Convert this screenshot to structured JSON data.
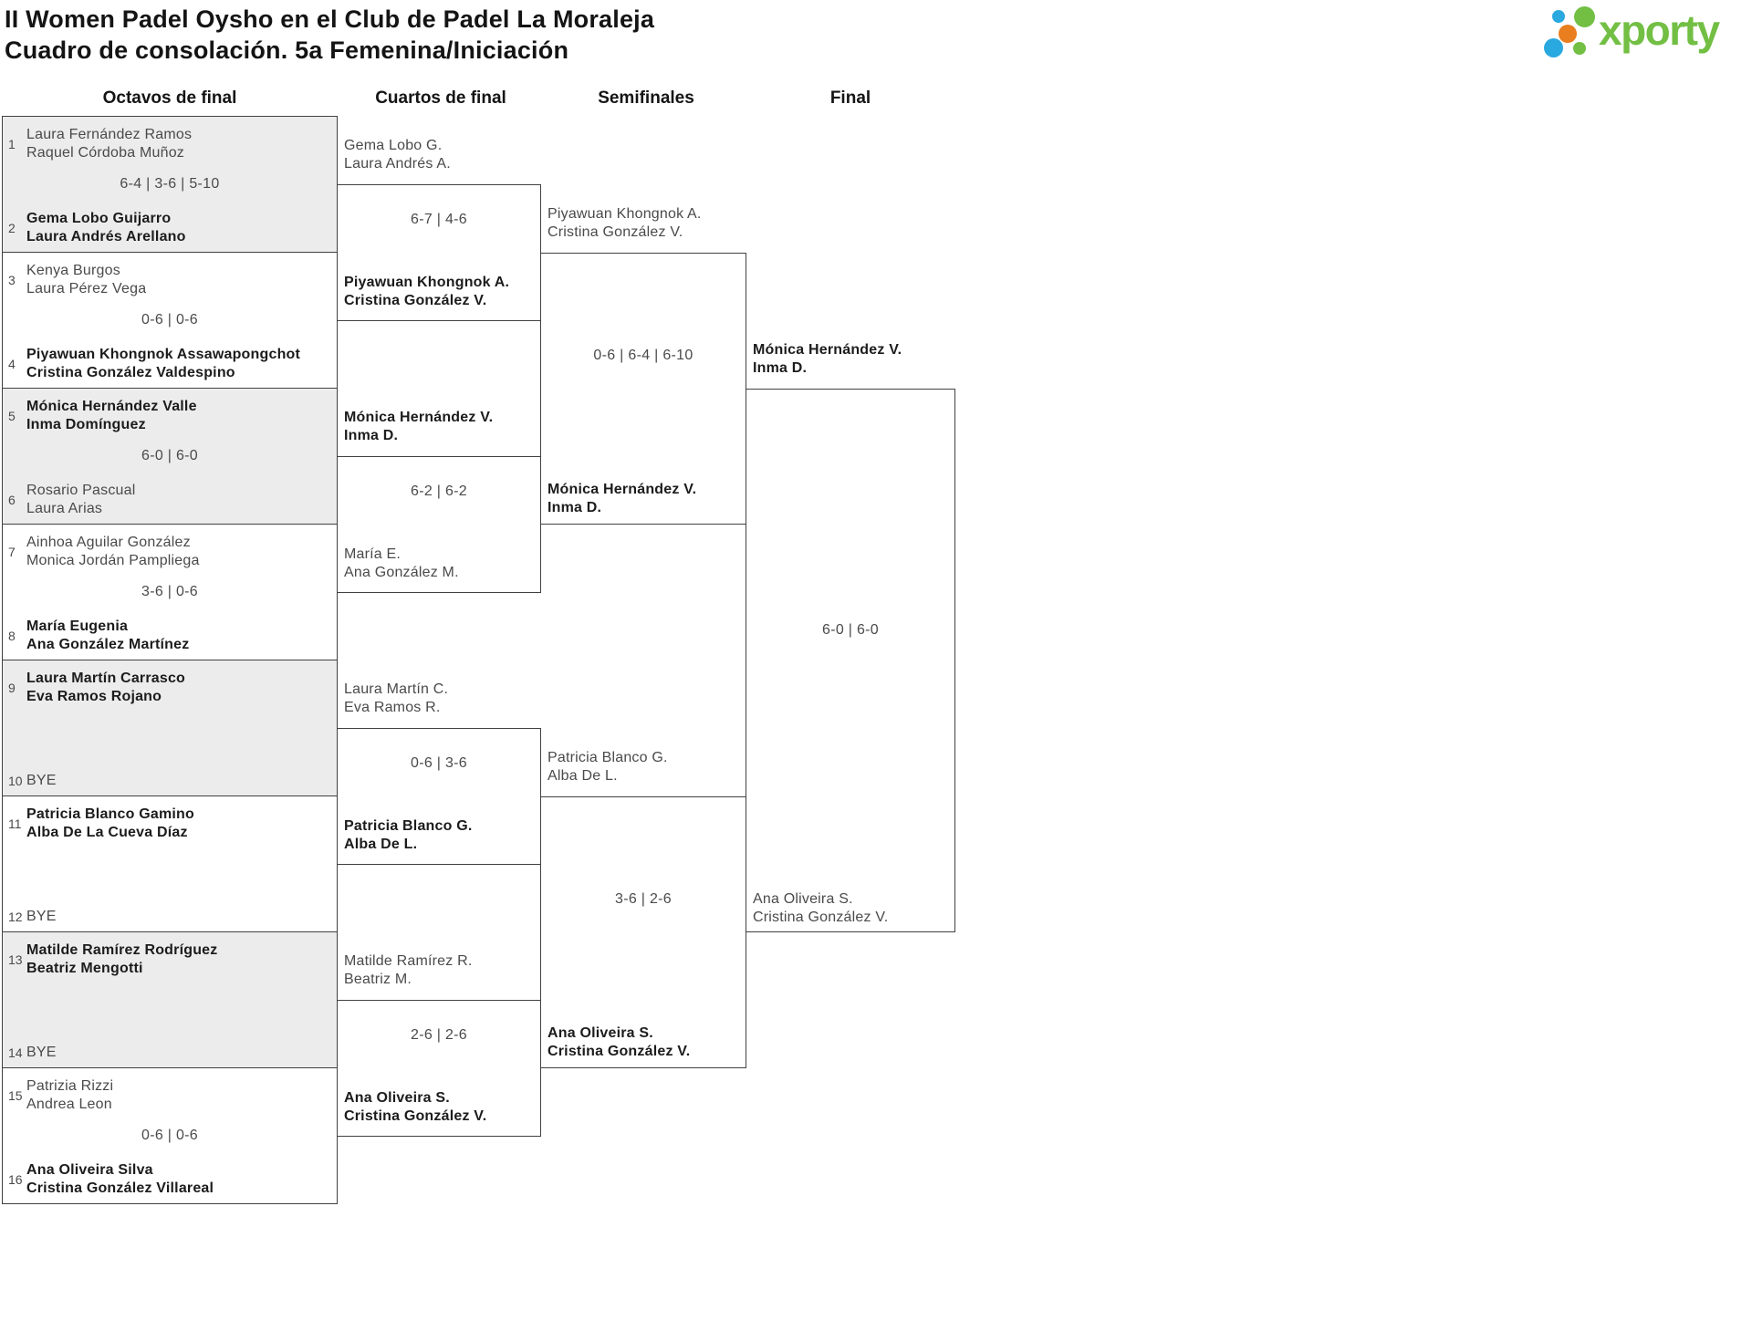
{
  "title": {
    "line1": "II Women Padel Oysho en el Club de Padel La Moraleja",
    "line2": "Cuadro de consolación. 5a Femenina/Iniciación"
  },
  "logo": {
    "brand": "xporty",
    "green": "#72bf44",
    "blue": "#2aa9e0",
    "orange": "#e87e1e"
  },
  "round_headers": [
    "Octavos de final",
    "Cuartos de final",
    "Semifinales",
    "Final"
  ],
  "octavos": [
    {
      "seed_top": "1",
      "top1": "Laura Fernández Ramos",
      "top2": "Raquel Córdoba Muñoz",
      "top_winner": false,
      "score": "6-4 | 3-6 | 5-10",
      "seed_bottom": "2",
      "bottom1": "Gema Lobo Guijarro",
      "bottom2": "Laura Andrés Arellano",
      "bottom_winner": true
    },
    {
      "seed_top": "3",
      "top1": "Kenya Burgos",
      "top2": "Laura Pérez Vega",
      "top_winner": false,
      "score": "0-6 | 0-6",
      "seed_bottom": "4",
      "bottom1": "Piyawuan Khongnok Assawapongchot",
      "bottom2": "Cristina González Valdespino",
      "bottom_winner": true
    },
    {
      "seed_top": "5",
      "top1": "Mónica Hernández Valle",
      "top2": "Inma Domínguez",
      "top_winner": true,
      "score": "6-0 | 6-0",
      "seed_bottom": "6",
      "bottom1": "Rosario Pascual",
      "bottom2": "Laura Arias",
      "bottom_winner": false
    },
    {
      "seed_top": "7",
      "top1": "Ainhoa Aguilar González",
      "top2": "Monica Jordán Pampliega",
      "top_winner": false,
      "score": "3-6 | 0-6",
      "seed_bottom": "8",
      "bottom1": "María Eugenia",
      "bottom2": "Ana González Martínez",
      "bottom_winner": true
    },
    {
      "seed_top": "9",
      "top1": "Laura Martín Carrasco",
      "top2": "Eva Ramos Rojano",
      "top_winner": true,
      "score": "",
      "seed_bottom": "10",
      "bottom1": "BYE",
      "bottom2": "",
      "bottom_winner": false
    },
    {
      "seed_top": "11",
      "top1": "Patricia Blanco Gamino",
      "top2": "Alba De La Cueva Díaz",
      "top_winner": true,
      "score": "",
      "seed_bottom": "12",
      "bottom1": "BYE",
      "bottom2": "",
      "bottom_winner": false
    },
    {
      "seed_top": "13",
      "top1": "Matilde Ramírez Rodríguez",
      "top2": "Beatriz Mengotti",
      "top_winner": true,
      "score": "",
      "seed_bottom": "14",
      "bottom1": "BYE",
      "bottom2": "",
      "bottom_winner": false
    },
    {
      "seed_top": "15",
      "top1": "Patrizia Rizzi",
      "top2": "Andrea Leon",
      "top_winner": false,
      "score": "0-6 | 0-6",
      "seed_bottom": "16",
      "bottom1": "Ana Oliveira Silva",
      "bottom2": "Cristina González Villareal",
      "bottom_winner": true
    }
  ],
  "cuartos": [
    {
      "top1": "Gema Lobo G.",
      "top2": "Laura Andrés A.",
      "top_winner": false,
      "score": "6-7 | 4-6",
      "bottom1": "Piyawuan Khongnok A.",
      "bottom2": "Cristina González V.",
      "bottom_winner": true
    },
    {
      "top1": "Mónica Hernández V.",
      "top2": "Inma D.",
      "top_winner": true,
      "score": "6-2 | 6-2",
      "bottom1": "María E.",
      "bottom2": "Ana González M.",
      "bottom_winner": false
    },
    {
      "top1": "Laura Martín C.",
      "top2": "Eva Ramos R.",
      "top_winner": false,
      "score": "0-6 | 3-6",
      "bottom1": "Patricia Blanco G.",
      "bottom2": "Alba De L.",
      "bottom_winner": true
    },
    {
      "top1": "Matilde Ramírez R.",
      "top2": "Beatriz M.",
      "top_winner": false,
      "score": "2-6 | 2-6",
      "bottom1": "Ana Oliveira S.",
      "bottom2": "Cristina González V.",
      "bottom_winner": true
    }
  ],
  "semifinales": [
    {
      "top1": "Piyawuan Khongnok A.",
      "top2": "Cristina González V.",
      "top_winner": false,
      "score": "0-6 | 6-4 | 6-10",
      "bottom1": "Mónica Hernández V.",
      "bottom2": "Inma D.",
      "bottom_winner": true
    },
    {
      "top1": "Patricia Blanco G.",
      "top2": "Alba De L.",
      "top_winner": false,
      "score": "3-6 | 2-6",
      "bottom1": "Ana Oliveira S.",
      "bottom2": "Cristina González V.",
      "bottom_winner": true
    }
  ],
  "final": {
    "top1": "Mónica Hernández V.",
    "top2": "Inma D.",
    "top_winner": true,
    "score": "6-0 | 6-0",
    "bottom1": "Ana Oliveira S.",
    "bottom2": "Cristina González V.",
    "bottom_winner": false
  }
}
